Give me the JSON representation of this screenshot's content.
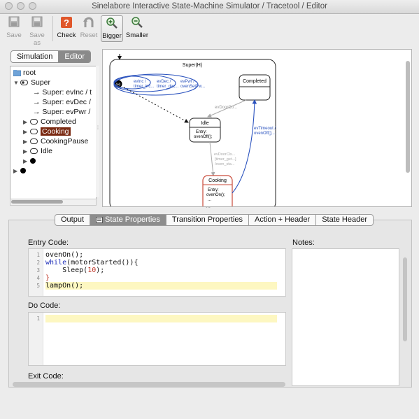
{
  "window": {
    "title": "Sinelabore Interactive State-Machine Simulator / Tracetool / Editor"
  },
  "toolbar": {
    "buttons": [
      {
        "label": "Save",
        "icon": "save-icon",
        "enabled": false
      },
      {
        "label": "Save as",
        "icon": "save-as-icon",
        "enabled": false
      },
      {
        "label": "Check",
        "icon": "question-icon",
        "enabled": true
      },
      {
        "label": "Reset",
        "icon": "undo-icon",
        "enabled": false
      },
      {
        "label": "Bigger",
        "icon": "zoom-in-icon",
        "enabled": true
      },
      {
        "label": "Smaller",
        "icon": "zoom-out-icon",
        "enabled": true
      }
    ]
  },
  "left_pane": {
    "tabs": [
      "Simulation",
      "Editor"
    ],
    "active_tab": "Editor",
    "tree": {
      "root": "root",
      "super": "Super",
      "transitions": [
        "Super: evInc / t",
        "Super: evDec /",
        "Super: evPwr /"
      ],
      "states": [
        "Completed",
        "Cooking",
        "CookingPause",
        "Idle"
      ],
      "selected": "Cooking"
    }
  },
  "diagram": {
    "super_state": "Super(H)",
    "history": "(H)",
    "self_loops": [
      "evInc /\ntimer_inc...",
      "evDec /\ntimer_dec...",
      "evPwr /\novenSetPw..."
    ],
    "states": {
      "completed": {
        "name": "Completed"
      },
      "idle": {
        "name": "Idle",
        "body": [
          "Entry:",
          "ovenOff();"
        ]
      },
      "cooking": {
        "name": "Cooking",
        "body": [
          "Entry:",
          "ovenOn();",
          "..."
        ]
      }
    },
    "transitions": {
      "completed_idle": "evDoorCo...",
      "timeout": [
        "evTimeout /",
        "ovenOff();..."
      ],
      "idle_cooking": [
        "evDoorCls...",
        "[timer_get...]",
        "/oven_sta..."
      ]
    }
  },
  "bottom_tabs": [
    "Output",
    "State Properties",
    "Transition Properties",
    "Action + Header",
    "State Header"
  ],
  "active_bottom_tab": "State Properties",
  "state_props": {
    "entry_label": "Entry Code:",
    "do_label": "Do Code:",
    "exit_label": "Exit Code:",
    "notes_label": "Notes:",
    "entry_lines": [
      "1",
      "2",
      "3",
      "4",
      "5"
    ],
    "do_lines": [
      "1"
    ],
    "entry_code": {
      "l1": "ovenOn();",
      "l2_kw": "while",
      "l2_rest": "(motorStarted()){",
      "l3": "    Sleep(",
      "l3_num": "10",
      "l3_end": ");",
      "l4": "}",
      "l5": "lampOn();"
    }
  }
}
